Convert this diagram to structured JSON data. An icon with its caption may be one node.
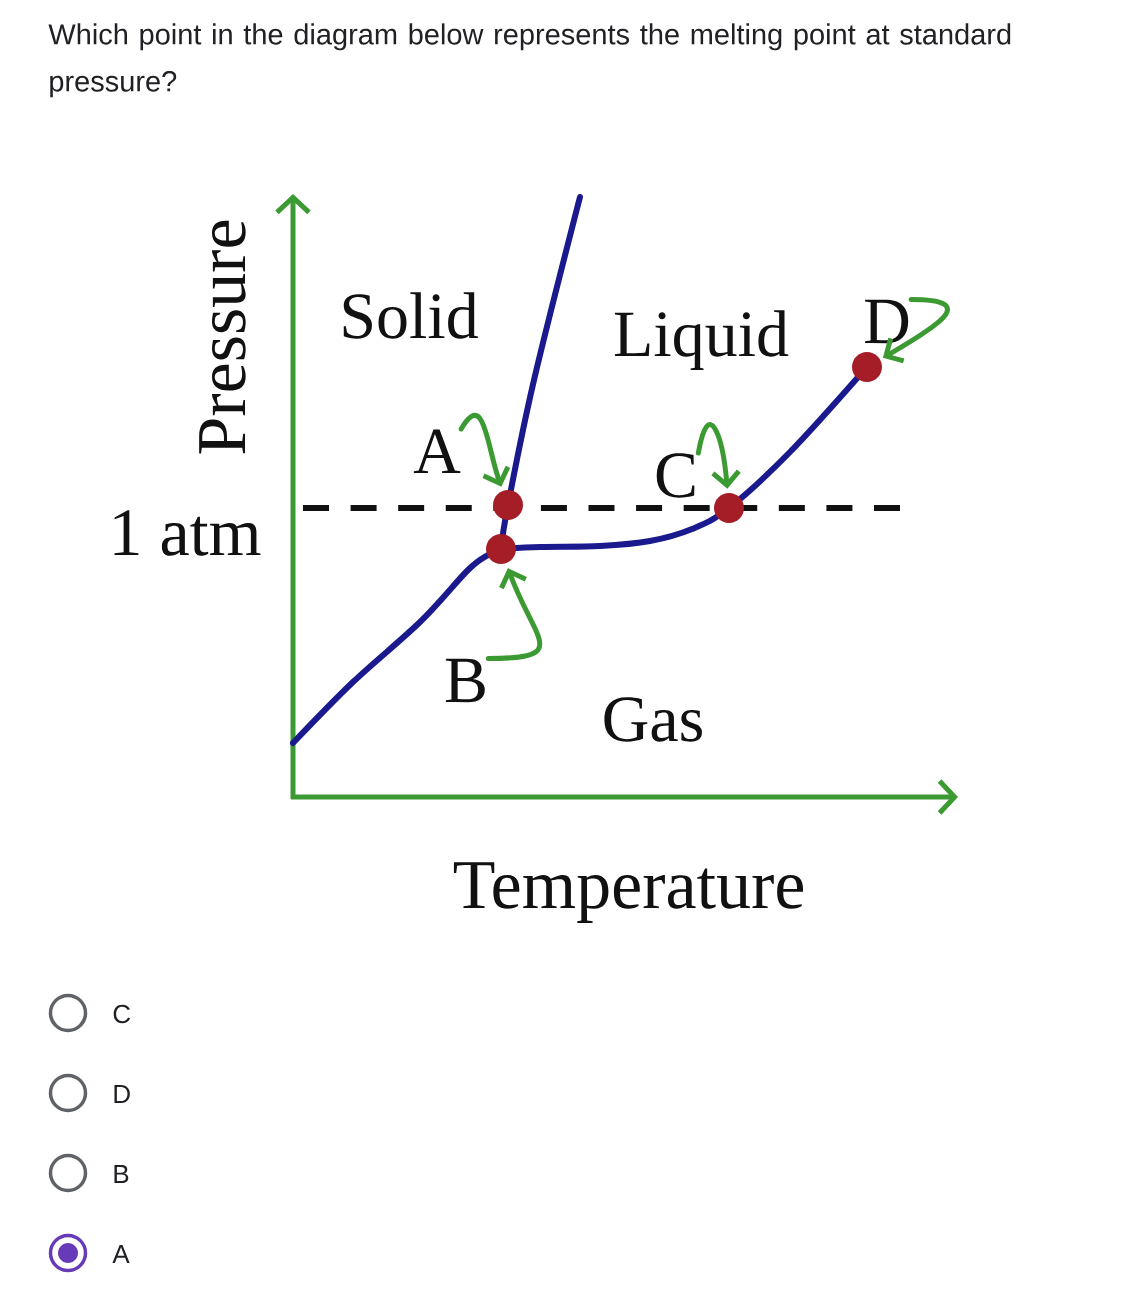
{
  "diagram": {
    "title": "Which point in the diagram below represents the melting point at standard pressure?",
    "nodes": [
      {
        "text": [
          "A"
        ]
      },
      {
        "text": [],
        "shape": "circle"
      },
      {
        "text": [
          "B"
        ]
      },
      {
        "text": [],
        "shape": "circle"
      },
      {
        "text": [
          "C"
        ]
      },
      {
        "text": [],
        "shape": "circle"
      },
      {
        "text": [
          "D"
        ]
      },
      {
        "text": [],
        "shape": "circle"
      }
    ],
    "edges": [
      {
        "from": 0,
        "to": 1,
        "arrow": "to"
      },
      {
        "from": 2,
        "to": 3,
        "arrow": "to"
      },
      {
        "from": 4,
        "to": 5,
        "arrow": "to"
      },
      {
        "from": 6,
        "to": 7,
        "arrow": "to"
      }
    ],
    "labels": [
      "Pressure",
      "Solid",
      "Liquid",
      "1 atm",
      "Gas",
      "Temperature",
      "C",
      "D",
      "B",
      "A"
    ]
  }
}
